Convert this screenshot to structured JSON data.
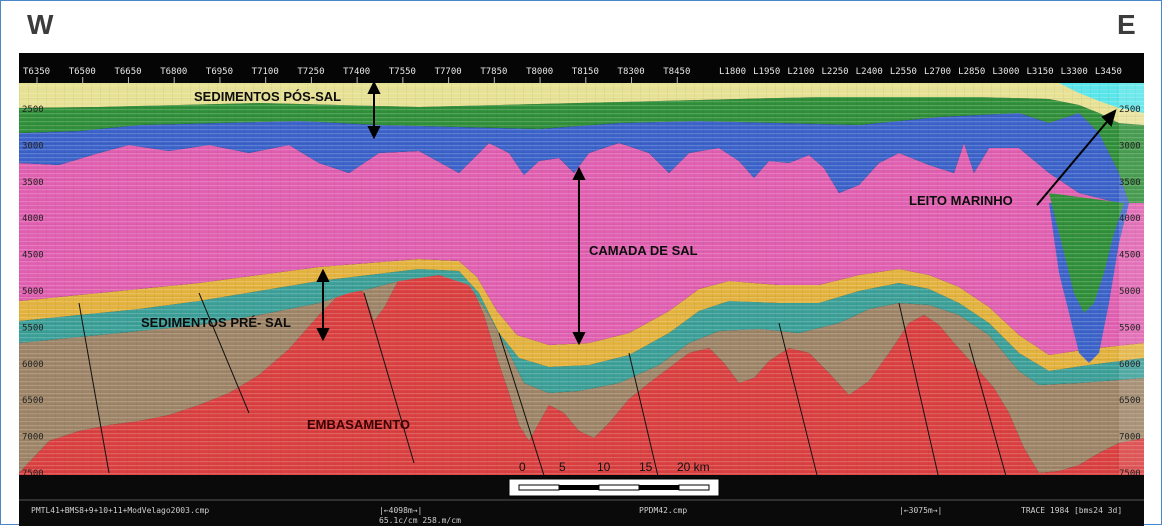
{
  "compass": {
    "west": "W",
    "east": "E"
  },
  "trace_labels_left": [
    "T6350",
    "T6500",
    "T6650",
    "T6800",
    "T6950",
    "T7100",
    "T7250",
    "T7400",
    "T7550",
    "T7700",
    "T7850",
    "T8000",
    "T8150",
    "T8300",
    "T8450"
  ],
  "trace_labels_right": [
    "L1800",
    "L1950",
    "L2100",
    "L2250",
    "L2400",
    "L2550",
    "L2700",
    "L2850",
    "L3000",
    "L3150",
    "L3300",
    "L3450"
  ],
  "depth_ticks": [
    "2500",
    "3000",
    "3500",
    "4000",
    "4500",
    "5000",
    "5500",
    "6000",
    "6500",
    "7000",
    "7500"
  ],
  "annotations": {
    "pos_sal": "SEDIMENTOS PÓS-SAL",
    "sal": "CAMADA DE SAL",
    "pre_sal": "SEDIMENTOS PRÉ- SAL",
    "embasamento": "EMBASAMENTO",
    "leito": "LEITO MARINHO"
  },
  "scale": {
    "ticks": [
      "0",
      "5",
      "10",
      "15",
      "20 km"
    ]
  },
  "footer": {
    "left_file": "PMTL41+BMS8+9+10+11+ModVelago2003.cmp",
    "left_spacing": "|←4098m→|",
    "left_scale": "65.1c/cm  258.m/cm",
    "mid_file": "PPDM42.cmp",
    "right_spacing": "|←3075m→|",
    "trace_info": "TRACE 1984 [bms24 3d]"
  },
  "colors": {
    "water": "#59e6ea",
    "post_salt_light": "#e6e193",
    "post_salt_green": "#2f8f38",
    "blue_unit": "#3a62c9",
    "salt": "#e05fb0",
    "orange": "#e3b23c",
    "teal": "#3b9f98",
    "tan": "#9e8466",
    "basement": "#da3f3f"
  }
}
